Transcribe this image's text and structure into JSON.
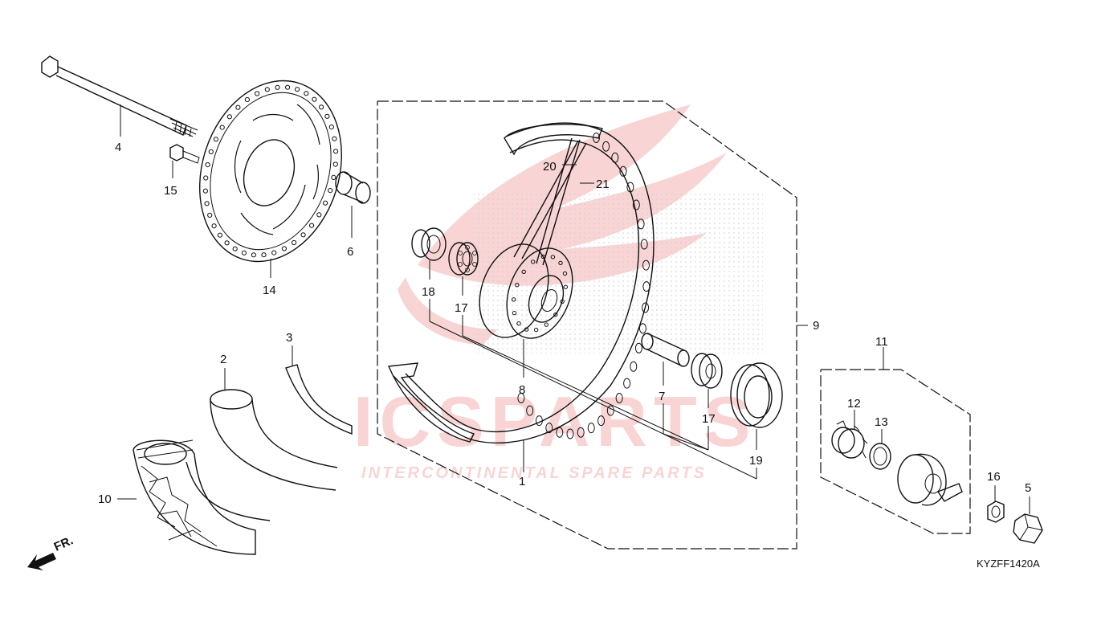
{
  "diagram": {
    "code": "KYZFF1420A",
    "front_mark": "FR.",
    "callouts": {
      "c1": "1",
      "c2": "2",
      "c3": "3",
      "c4": "4",
      "c5": "5",
      "c6": "6",
      "c7": "7",
      "c8": "8",
      "c9": "9",
      "c10": "10",
      "c11": "11",
      "c12": "12",
      "c13": "13",
      "c14": "14",
      "c15": "15",
      "c16": "16",
      "c17a": "17",
      "c17b": "17",
      "c18": "18",
      "c19": "19",
      "c20": "20",
      "c21": "21"
    }
  },
  "watermark": {
    "brand": "ICSPARTS",
    "tagline": "INTERCONTINENTAL SPARE PARTS",
    "color": "#e04040"
  }
}
